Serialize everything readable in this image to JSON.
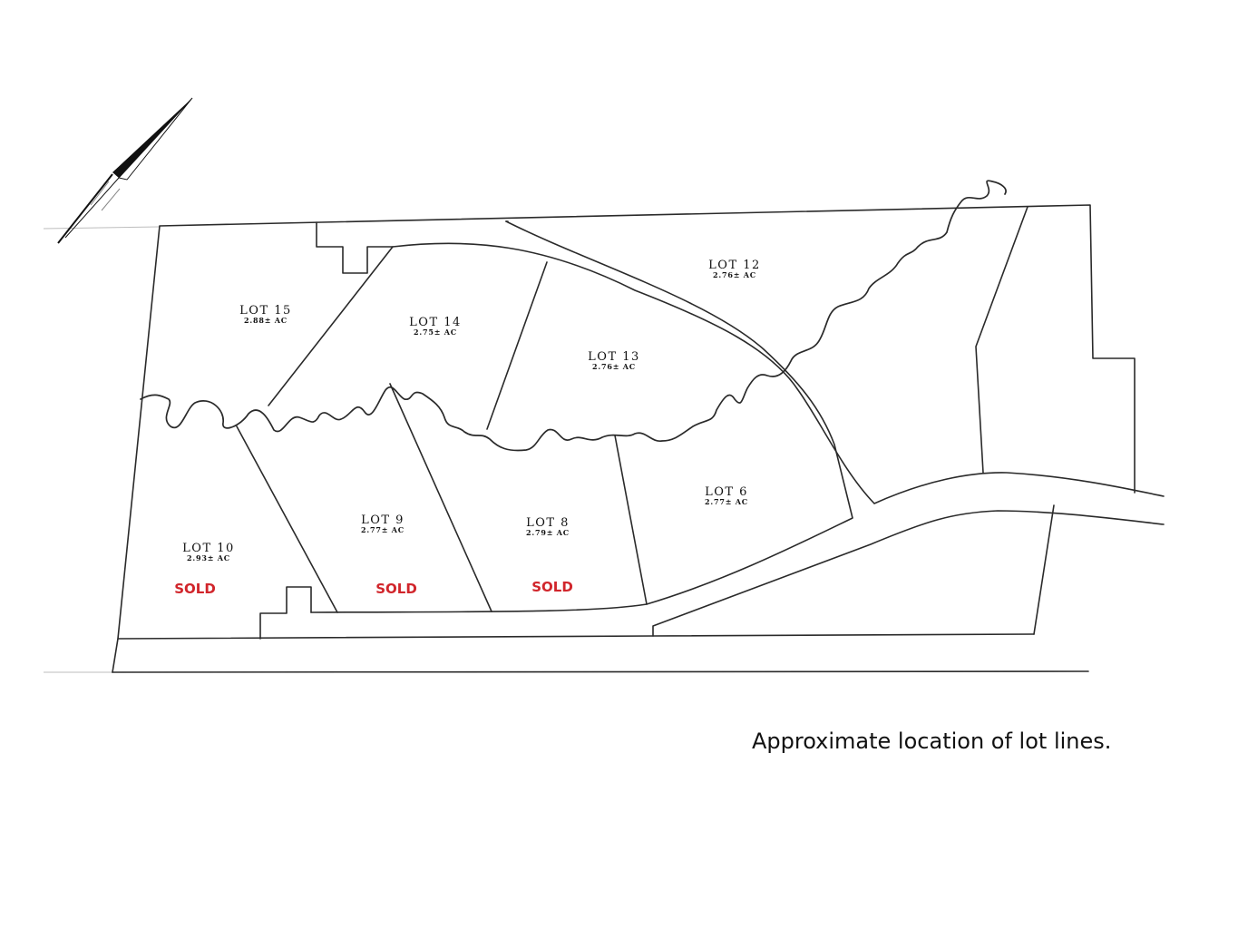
{
  "lots": [
    {
      "id": "lot-15",
      "name": "LOT 15",
      "acres": "2.88± AC",
      "sold": ""
    },
    {
      "id": "lot-14",
      "name": "LOT 14",
      "acres": "2.75± AC",
      "sold": ""
    },
    {
      "id": "lot-13",
      "name": "LOT 13",
      "acres": "2.76± AC",
      "sold": ""
    },
    {
      "id": "lot-12",
      "name": "LOT 12",
      "acres": "2.76± AC",
      "sold": ""
    },
    {
      "id": "lot-10",
      "name": "LOT 10",
      "acres": "2.93± AC",
      "sold": "SOLD"
    },
    {
      "id": "lot-9",
      "name": "LOT 9",
      "acres": "2.77± AC",
      "sold": "SOLD"
    },
    {
      "id": "lot-8",
      "name": "LOT 8",
      "acres": "2.79± AC",
      "sold": "SOLD"
    },
    {
      "id": "lot-6",
      "name": "LOT 6",
      "acres": "2.77± AC",
      "sold": ""
    }
  ],
  "caption": "Approximate location of lot lines.",
  "colors": {
    "line": "#2a2a2a",
    "sold": "#d1252b",
    "background": "#ffffff"
  },
  "icons": {
    "north_arrow": "north-arrow-icon"
  }
}
